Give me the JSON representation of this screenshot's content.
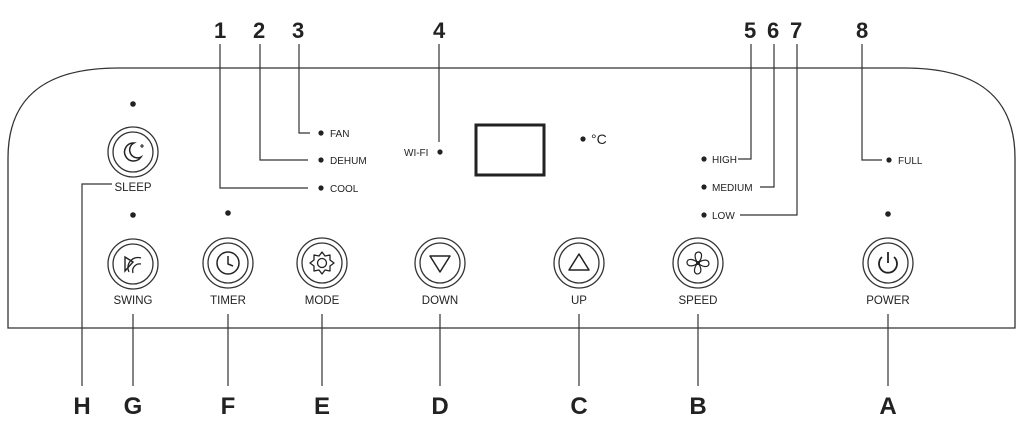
{
  "callout_numbers": [
    "1",
    "2",
    "3",
    "4",
    "5",
    "6",
    "7",
    "8"
  ],
  "callout_letters": [
    "H",
    "G",
    "F",
    "E",
    "D",
    "C",
    "B",
    "A"
  ],
  "mode_indicators": {
    "fan": "FAN",
    "dehum": "DEHUM",
    "cool": "COOL"
  },
  "wifi_label": "WI-FI",
  "temperature_unit": "°C",
  "speed_indicators": {
    "high": "HIGH",
    "medium": "MEDIUM",
    "low": "LOW"
  },
  "tank_indicator": "FULL",
  "buttons": {
    "sleep": {
      "label": "SLEEP",
      "icon": "moon-icon"
    },
    "swing": {
      "label": "SWING",
      "icon": "swing-icon"
    },
    "timer": {
      "label": "TIMER",
      "icon": "clock-icon"
    },
    "mode": {
      "label": "MODE",
      "icon": "gear-icon"
    },
    "down": {
      "label": "DOWN",
      "icon": "triangle-down-icon"
    },
    "up": {
      "label": "UP",
      "icon": "triangle-up-icon"
    },
    "speed": {
      "label": "SPEED",
      "icon": "fan-icon"
    },
    "power": {
      "label": "POWER",
      "icon": "power-icon"
    }
  }
}
